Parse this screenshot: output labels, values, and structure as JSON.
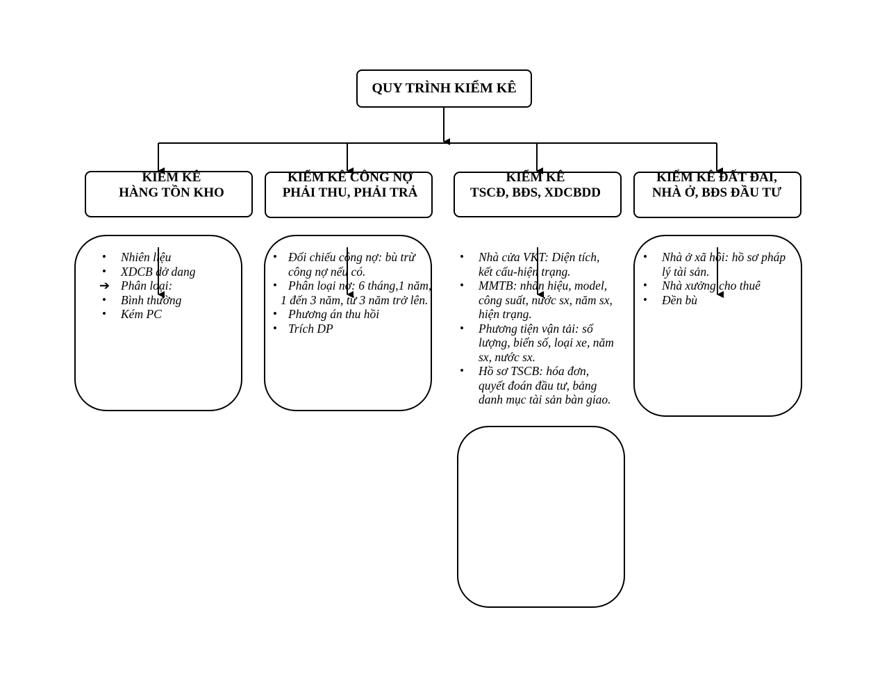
{
  "title": "QUY TRÌNH KIỂM KÊ",
  "categories": [
    {
      "line1": "KIỂM KÊ",
      "line2": "HÀNG TỒN KHO"
    },
    {
      "line1": "KIỂM KÊ CÔNG NỢ",
      "line2": "PHẢI THU, PHẢI TRẢ"
    },
    {
      "line1": "KIỂM KÊ",
      "line2": "TSCĐ, BĐS, XDCBDD"
    },
    {
      "line1": "KIỂM KÊ ĐẤT ĐAI,",
      "line2": "NHÀ Ở, BĐS ĐẦU TƯ"
    }
  ],
  "details": [
    {
      "items": [
        {
          "lines": [
            "Nhiên liệu"
          ]
        },
        {
          "lines": [
            "XDCB dở dang"
          ]
        },
        {
          "lines": [
            "Phân loại:"
          ],
          "bullet": "arrow"
        },
        {
          "lines": [
            "Bình thường"
          ]
        },
        {
          "lines": [
            "Kém PC"
          ]
        }
      ]
    },
    {
      "items": [
        {
          "lines": [
            "Đối chiếu công nợ: bù trừ",
            "công nợ nếu có."
          ]
        },
        {
          "lines": [
            "Phân loại nợ: 6 tháng,1 năm,",
            "1 đến 3 năm, từ 3 năm trở lên."
          ]
        },
        {
          "lines": [
            "Phương án thu hồi"
          ]
        },
        {
          "lines": [
            "Trích DP"
          ]
        }
      ]
    },
    {
      "items": [
        {
          "lines": [
            "Nhà cửa VKT: Diện tích,",
            "kết cấu-hiện trạng."
          ]
        },
        {
          "lines": [
            "MMTB: nhãn hiệu, model,",
            "công suất, nước sx, năm sx,",
            "hiện trạng."
          ]
        },
        {
          "lines": [
            "Phương tiện vận tải: số",
            "lượng, biển số, loại xe, năm",
            "sx, nước sx."
          ]
        },
        {
          "lines": [
            "Hồ sơ TSCB: hóa đơn,",
            "quyết đoán đầu tư, bảng",
            "danh mục tài sản bàn giao."
          ]
        }
      ]
    },
    {
      "items": [
        {
          "lines": [
            "Nhà ở xã hội: hồ sơ pháp",
            "lý tài sản."
          ]
        },
        {
          "lines": [
            "Nhà xưởng cho thuê"
          ]
        },
        {
          "lines": [
            "Đền bù"
          ]
        }
      ]
    }
  ]
}
